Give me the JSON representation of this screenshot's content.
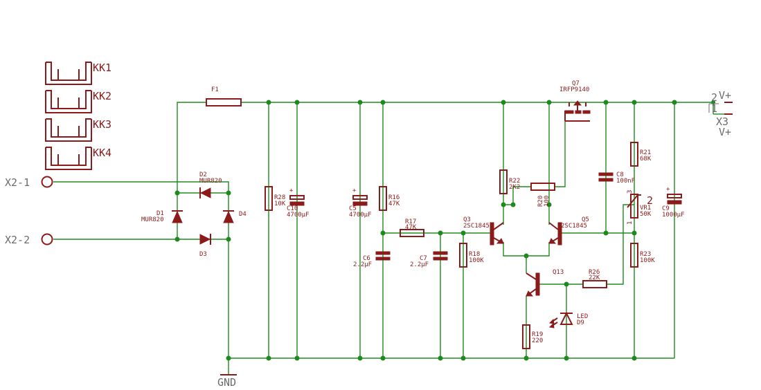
{
  "heatsinks": [
    "KK1",
    "KK2",
    "KK3",
    "KK4"
  ],
  "ports": {
    "x2_1": "X2-1",
    "x2_2": "X2-2",
    "gnd": "GND",
    "x3": "X3",
    "x3_vplus": "V+",
    "x3_pin1": "1",
    "x3_pin2": "2",
    "x3_pin1_name": "V+",
    "x3_pin2_name": "V+"
  },
  "components": {
    "F1": {
      "ref": "F1"
    },
    "D1": {
      "ref": "D1",
      "value": "MUR820"
    },
    "D2": {
      "ref": "D2",
      "value": "MUR820"
    },
    "D3": {
      "ref": "D3"
    },
    "D4": {
      "ref": "D4"
    },
    "R28": {
      "ref": "R28",
      "value": "10K"
    },
    "C10": {
      "ref": "C10",
      "value": "4700µF"
    },
    "C5": {
      "ref": "C5",
      "value": "4700µF"
    },
    "R16": {
      "ref": "R16",
      "value": "47K"
    },
    "R17": {
      "ref": "R17",
      "value": "47K"
    },
    "C6": {
      "ref": "C6",
      "value": "2.2µF"
    },
    "C7": {
      "ref": "C7",
      "value": "2.2µF"
    },
    "R18": {
      "ref": "R18",
      "value": "100K"
    },
    "Q3": {
      "ref": "Q3",
      "value": "2SC1845"
    },
    "Q5": {
      "ref": "Q5",
      "value": "2SC1845"
    },
    "R22": {
      "ref": "R22",
      "value": "2K2"
    },
    "R20": {
      "ref": "R20",
      "value": "100"
    },
    "Q7": {
      "ref": "Q7",
      "value": "IRFP9140"
    },
    "C8": {
      "ref": "C8",
      "value": "100nF"
    },
    "R21": {
      "ref": "R21",
      "value": "68K"
    },
    "VR1": {
      "ref": "VR1",
      "value": "50K",
      "pin1": "1",
      "pin2": "2",
      "pin3": "3"
    },
    "R23": {
      "ref": "R23",
      "value": "100K"
    },
    "C9": {
      "ref": "C9",
      "value": "1000µF"
    },
    "Q13": {
      "ref": "Q13"
    },
    "R26": {
      "ref": "R26",
      "value": "22K"
    },
    "R19": {
      "ref": "R19",
      "value": "220"
    },
    "D9": {
      "ref": "D9",
      "value": "LED"
    }
  },
  "colors": {
    "wire": "#1e8a1e",
    "component": "#8b1a1a",
    "label": "#6b6b6b"
  }
}
